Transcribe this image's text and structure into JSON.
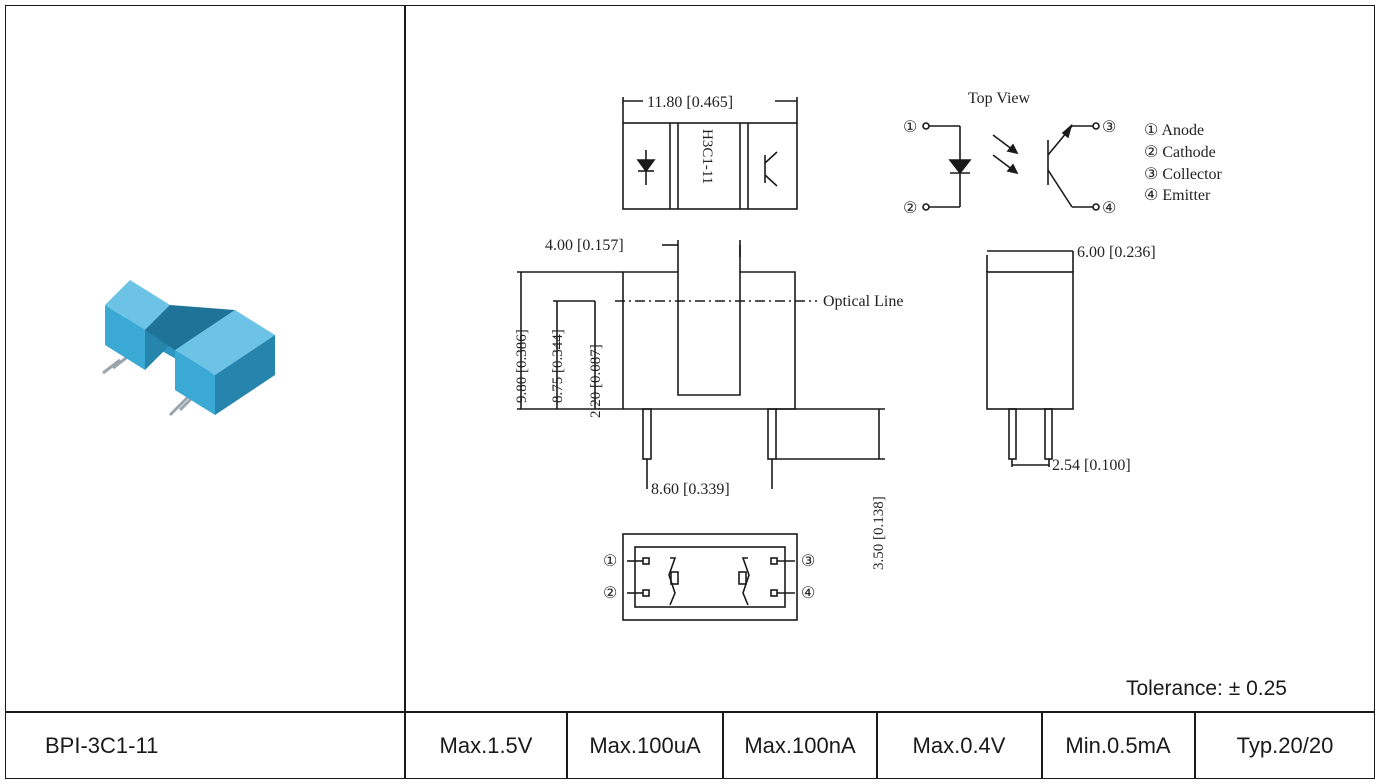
{
  "drawing": {
    "top_dim": "11.80 [0.465]",
    "body_marking": "H3C1-11",
    "top_view_label": "Top View",
    "optical_line": "Optical Line",
    "dim_slot": "4.00 [0.157]",
    "dim_height_total": "9.80 [0.386]",
    "dim_height_optical": "8.75 [0.344]",
    "dim_height_low": "2.20 [0.087]",
    "dim_pin_spacing": "8.60 [0.339]",
    "dim_pin_length": "3.50 [0.138]",
    "dim_side_width": "6.00 [0.236]",
    "dim_side_pitch": "2.54 [0.100]",
    "pins": [
      {
        "num": "①",
        "name": "Anode"
      },
      {
        "num": "②",
        "name": "Cathode"
      },
      {
        "num": "③",
        "name": "Collector"
      },
      {
        "num": "④",
        "name": "Emitter"
      }
    ],
    "pin_labels": {
      "p1": "①",
      "p2": "②",
      "p3": "③",
      "p4": "④"
    },
    "legend": [
      "① Anode",
      "② Cathode",
      "③ Collector",
      "④ Emitter"
    ],
    "tolerance": "Tolerance: ± 0.25"
  },
  "specs": {
    "part": "BPI-3C1-11",
    "values": [
      "Max.1.5V",
      "Max.100uA",
      "Max.100nA",
      "Max.0.4V",
      "Min.0.5mA",
      "Typ.20/20"
    ]
  },
  "colors": {
    "component": "#3aa9d4",
    "line": "#1a1a1a"
  }
}
